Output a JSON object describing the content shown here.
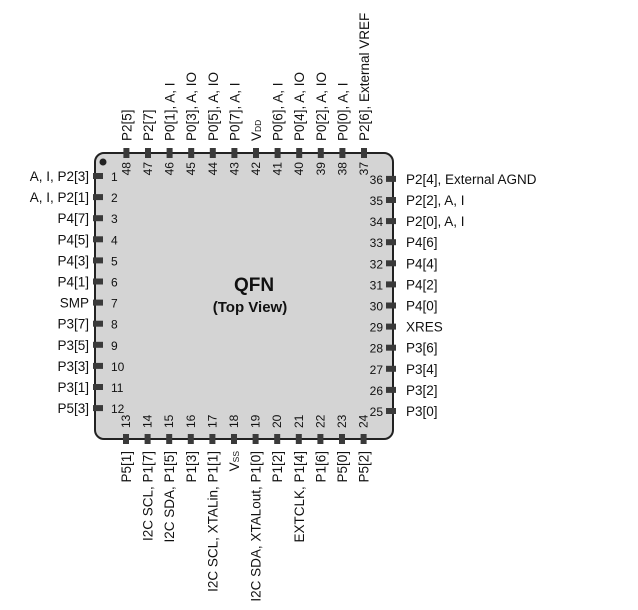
{
  "package": {
    "title": "QFN",
    "subtitle": "(Top View)",
    "colors": {
      "body_fill": "#d4d4d4",
      "outline": "#222222",
      "pad": "#3a3a3a"
    }
  },
  "pins": {
    "left": [
      {
        "num": "1",
        "label": "A, I, P2[3]"
      },
      {
        "num": "2",
        "label": "A, I, P2[1]"
      },
      {
        "num": "3",
        "label": "P4[7]"
      },
      {
        "num": "4",
        "label": "P4[5]"
      },
      {
        "num": "5",
        "label": "P4[3]"
      },
      {
        "num": "6",
        "label": "P4[1]"
      },
      {
        "num": "7",
        "label": "SMP"
      },
      {
        "num": "8",
        "label": "P3[7]"
      },
      {
        "num": "9",
        "label": "P3[5]"
      },
      {
        "num": "10",
        "label": "P3[3]"
      },
      {
        "num": "11",
        "label": "P3[1]"
      },
      {
        "num": "12",
        "label": "P5[3]"
      }
    ],
    "bottom": [
      {
        "num": "13",
        "label": "P5[1]"
      },
      {
        "num": "14",
        "label": "I2C SCL, P1[7]"
      },
      {
        "num": "15",
        "label": "I2C  SDA, P1[5]"
      },
      {
        "num": "16",
        "label": "P1[3]"
      },
      {
        "num": "17",
        "label": "I2C  SCL, XTALin, P1[1]"
      },
      {
        "num": "18",
        "label": "Vss"
      },
      {
        "num": "19",
        "label": "I2C SDA, XTALout, P1[0]"
      },
      {
        "num": "20",
        "label": "P1[2]"
      },
      {
        "num": "21",
        "label": "EXTCLK, P1[4]"
      },
      {
        "num": "22",
        "label": "P1[6]"
      },
      {
        "num": "23",
        "label": "P5[0]"
      },
      {
        "num": "24",
        "label": "P5[2]"
      }
    ],
    "right": [
      {
        "num": "25",
        "label": "P3[0]"
      },
      {
        "num": "26",
        "label": "P3[2]"
      },
      {
        "num": "27",
        "label": "P3[4]"
      },
      {
        "num": "28",
        "label": "P3[6]"
      },
      {
        "num": "29",
        "label": "XRES"
      },
      {
        "num": "30",
        "label": "P4[0]"
      },
      {
        "num": "31",
        "label": "P4[2]"
      },
      {
        "num": "32",
        "label": "P4[4]"
      },
      {
        "num": "33",
        "label": "P4[6]"
      },
      {
        "num": "34",
        "label": "P2[0], A, I"
      },
      {
        "num": "35",
        "label": "P2[2], A, I"
      },
      {
        "num": "36",
        "label": "P2[4], External AGND"
      }
    ],
    "top": [
      {
        "num": "37",
        "label": "P2[6], External VREF"
      },
      {
        "num": "38",
        "label": "P0[0], A, I"
      },
      {
        "num": "39",
        "label": "P0[2], A, IO"
      },
      {
        "num": "40",
        "label": "P0[4], A, IO"
      },
      {
        "num": "41",
        "label": "P0[6], A, I"
      },
      {
        "num": "42",
        "label": "VDD"
      },
      {
        "num": "43",
        "label": "P0[7], A, I"
      },
      {
        "num": "44",
        "label": "P0[5], A, IO"
      },
      {
        "num": "45",
        "label": "P0[3], A, IO"
      },
      {
        "num": "46",
        "label": "P0[1], A, I"
      },
      {
        "num": "47",
        "label": "P2[7]"
      },
      {
        "num": "48",
        "label": "P2[5]"
      }
    ]
  }
}
